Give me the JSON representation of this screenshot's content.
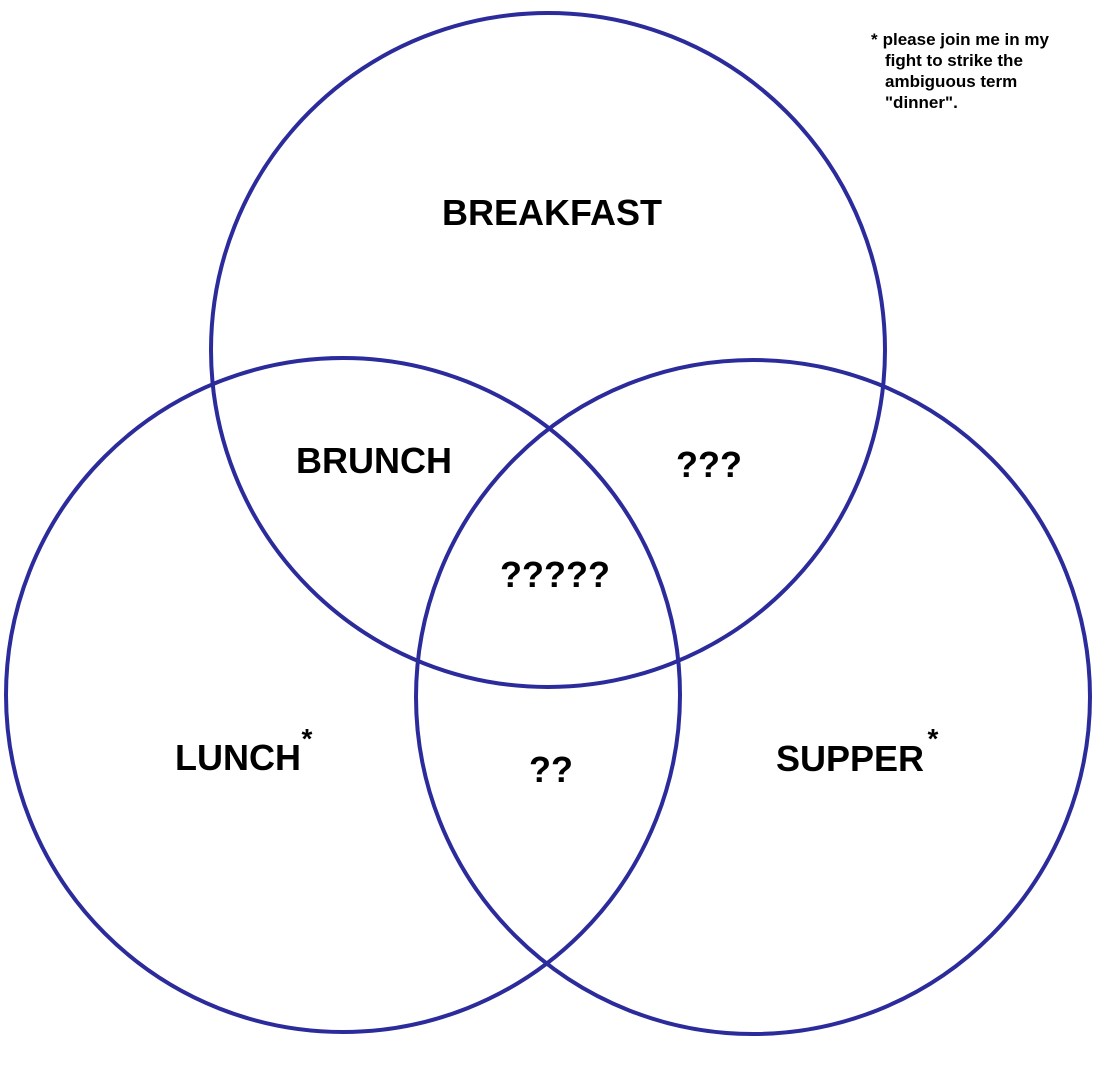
{
  "diagram": {
    "type": "venn",
    "stroke_color": "#2b2b9c",
    "sets": [
      {
        "label": "BREAKFAST"
      },
      {
        "label": "LUNCH",
        "footnote_marker": "*"
      },
      {
        "label": "SUPPER",
        "footnote_marker": "*"
      }
    ],
    "intersections": {
      "breakfast_lunch": "BRUNCH",
      "breakfast_supper": "???",
      "lunch_supper": "??",
      "all": "?????"
    },
    "footnote": {
      "marker": "*",
      "lines": [
        "please join me in my",
        "fight to strike the",
        "ambiguous term",
        "\"dinner\"."
      ]
    }
  }
}
